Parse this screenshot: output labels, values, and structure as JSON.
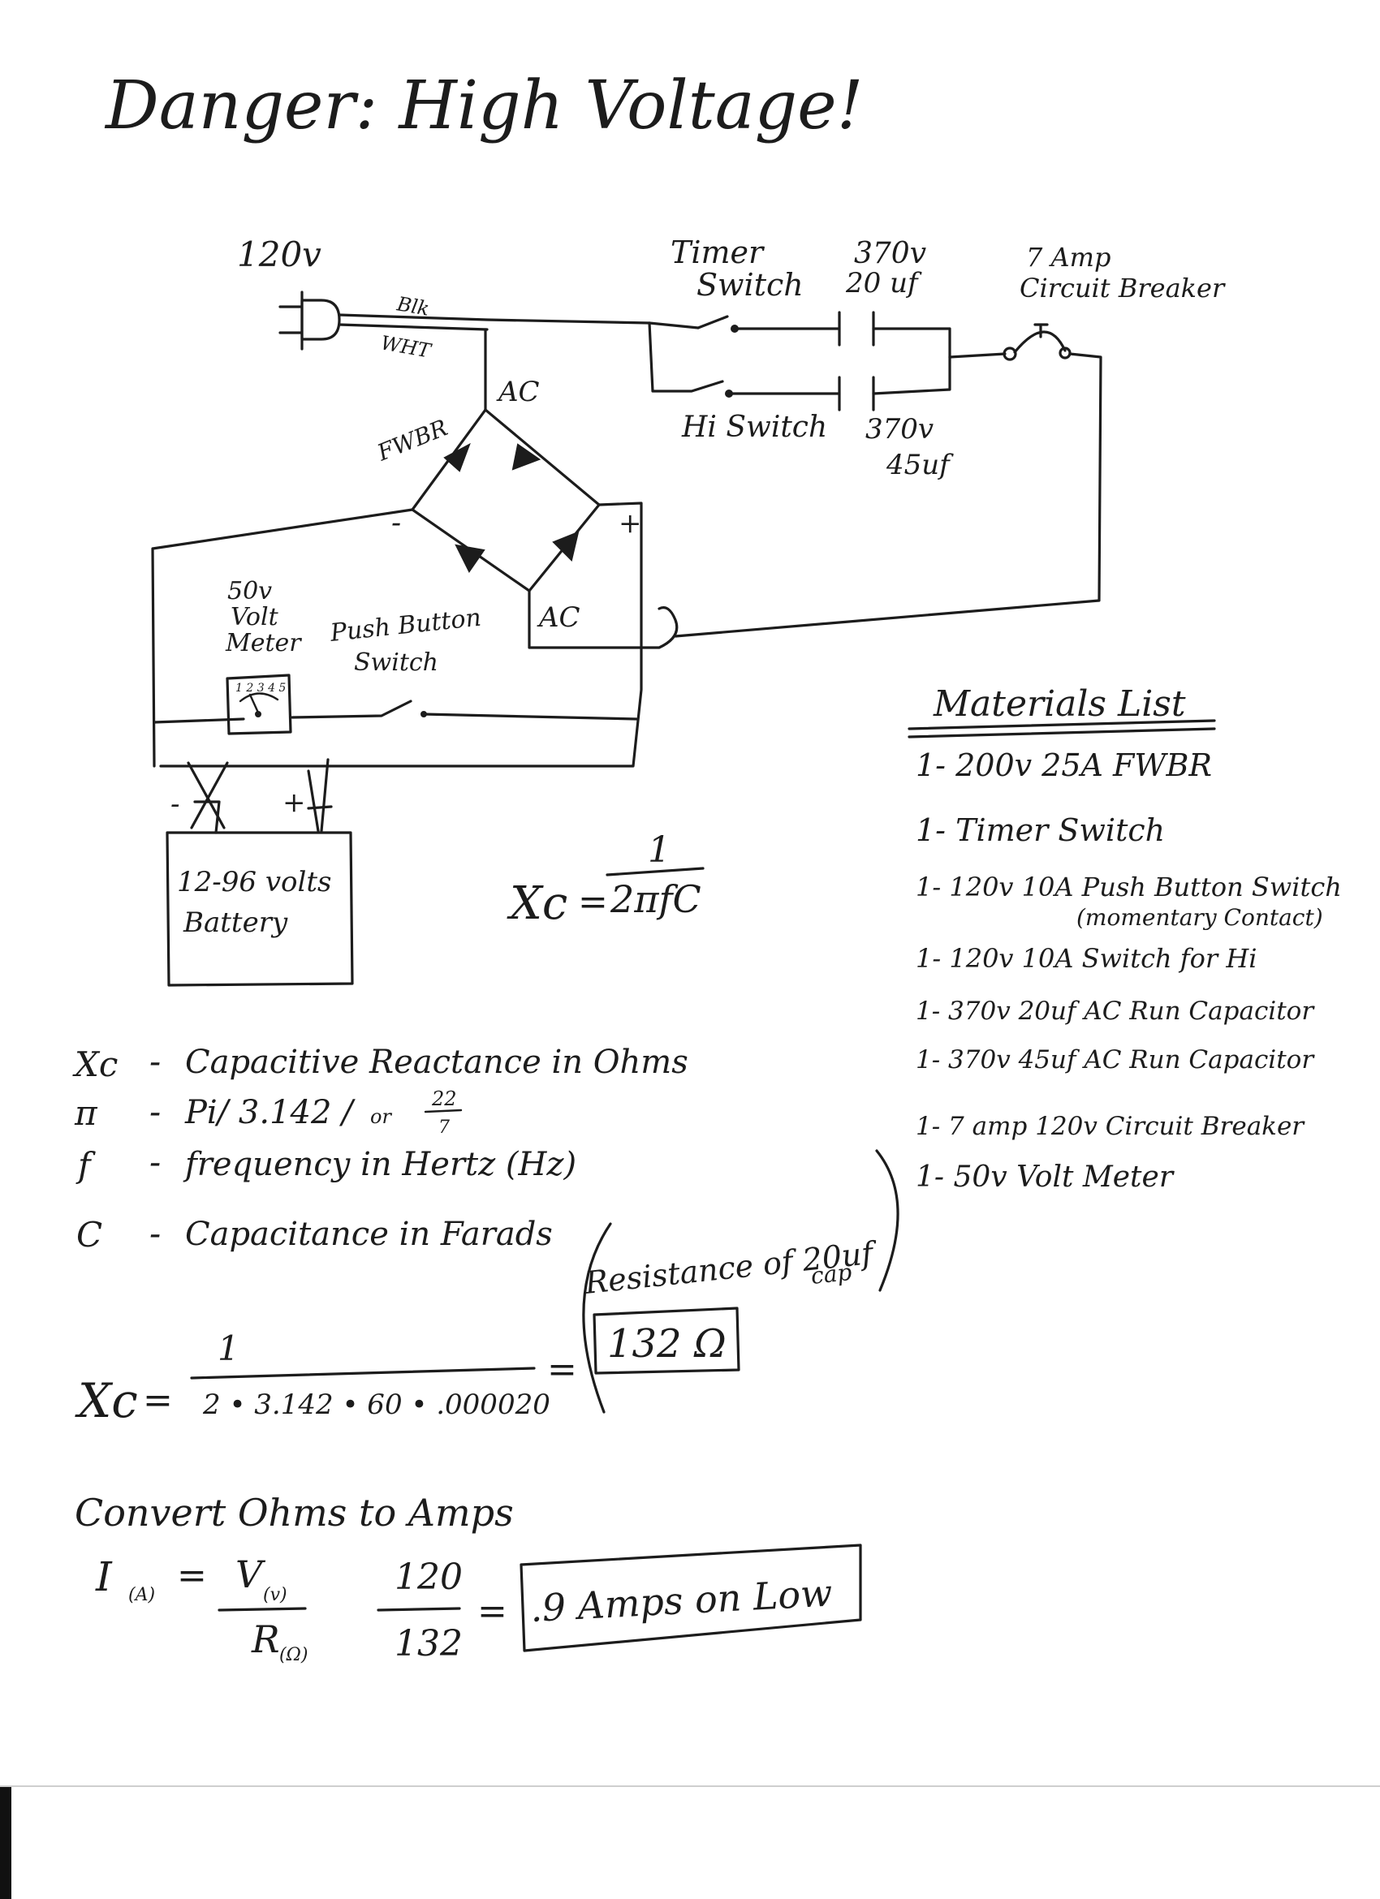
{
  "title": "Danger: High Voltage!",
  "diagram": {
    "supply_label": "120v",
    "wire_blk": "Blk",
    "wire_wht": "WHT",
    "timer_switch": [
      "Timer",
      "Switch"
    ],
    "hi_switch": "Hi Switch",
    "cap_20": [
      "370v",
      "20 uf"
    ],
    "cap_45": [
      "370v",
      "45uf"
    ],
    "breaker": [
      "7 Amp",
      "Circuit Breaker"
    ],
    "bridge_label": "FWBR",
    "ac_top": "AC",
    "ac_bottom": "AC",
    "minus": "-",
    "plus": "+",
    "voltmeter": [
      "50v",
      "Volt",
      "Meter"
    ],
    "meter_scale": "1 2 3 4 5",
    "push_button": [
      "Push Button",
      "Switch"
    ],
    "battery": [
      "12-96 volts",
      "Battery"
    ],
    "battery_minus": "-",
    "battery_plus": "+"
  },
  "formula_main": {
    "lhs": "Xc",
    "equals": "=",
    "numerator": "1",
    "denominator": "2πfC"
  },
  "legend": [
    {
      "sym": "Xc",
      "dash": "-",
      "desc": "Capacitive Reactance in Ohms"
    },
    {
      "sym": "π",
      "dash": "-",
      "desc": "Pi/ 3.142 /",
      "or": "or",
      "frac_num": "22",
      "frac_den": "7"
    },
    {
      "sym": "f",
      "dash": "-",
      "desc": "frequency in Hertz (Hz)"
    },
    {
      "sym": "C",
      "dash": "-",
      "desc": "Capacitance in Farads"
    }
  ],
  "calc": {
    "lhs": "Xc",
    "equals": "=",
    "numerator": "1",
    "denominator": "2 • 3.142 • 60 • .000020",
    "equals2": "=",
    "note": [
      "Resistance of 20uf",
      "cap"
    ],
    "result": "132 Ω"
  },
  "convert": {
    "heading": "Convert Ohms to Amps",
    "lhs": "I",
    "lhs_sub": "(A)",
    "equals": "=",
    "num": "V",
    "num_sub": "(v)",
    "den": "R",
    "den_sub": "(Ω)",
    "num2": "120",
    "den2": "132",
    "equals2": "=",
    "result": ".9 Amps on Low"
  },
  "materials": {
    "heading": "Materials List",
    "items": [
      "1- 200v 25A FWBR",
      "1- Timer Switch",
      "1- 120v 10A Push Button Switch",
      "(momentary Contact)",
      "1- 120v 10A Switch for Hi",
      "1- 370v 20uf AC Run Capacitor",
      "1- 370v 45uf AC Run Capacitor",
      "1- 7 amp 120v Circuit Breaker",
      "1- 50v Volt Meter"
    ]
  }
}
